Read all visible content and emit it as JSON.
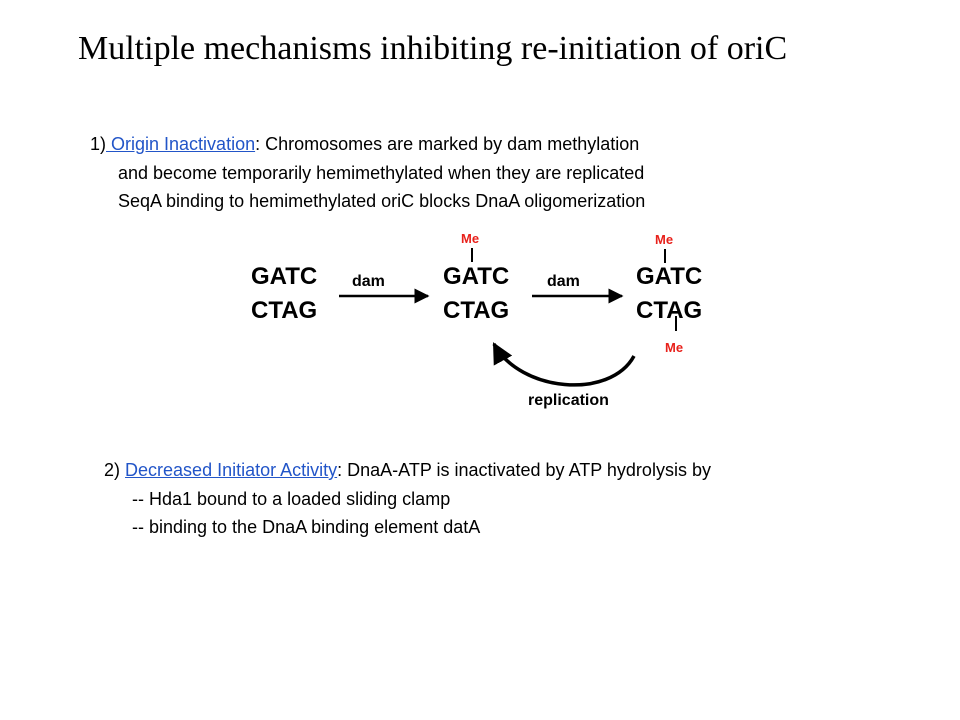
{
  "title": "Multiple mechanisms inhibiting re-initiation of oriC",
  "section1": {
    "number": "1)",
    "link": " Origin Inactivation",
    "rest": ": Chromosomes are marked by dam methylation",
    "line2": "and become temporarily hemimethylated when they are replicated",
    "line3": "SeqA binding to hemimethylated oriC blocks DnaA oligomerization"
  },
  "diagram": {
    "seq_top": "GATC",
    "seq_bottom": "CTAG",
    "arrow1_label": "dam",
    "arrow2_label": "dam",
    "methyl": "Me",
    "cycle_label": "replication",
    "colors": {
      "methyl": "#e8211b"
    }
  },
  "section2": {
    "number": "2)",
    "link": "Decreased Initiator Activity",
    "rest": ": DnaA-ATP is inactivated by ATP hydrolysis by",
    "line2": "-- Hda1 bound to a loaded sliding clamp",
    "line3": "-- binding to the DnaA binding element datA"
  },
  "colors": {
    "link": "#2255c8"
  }
}
